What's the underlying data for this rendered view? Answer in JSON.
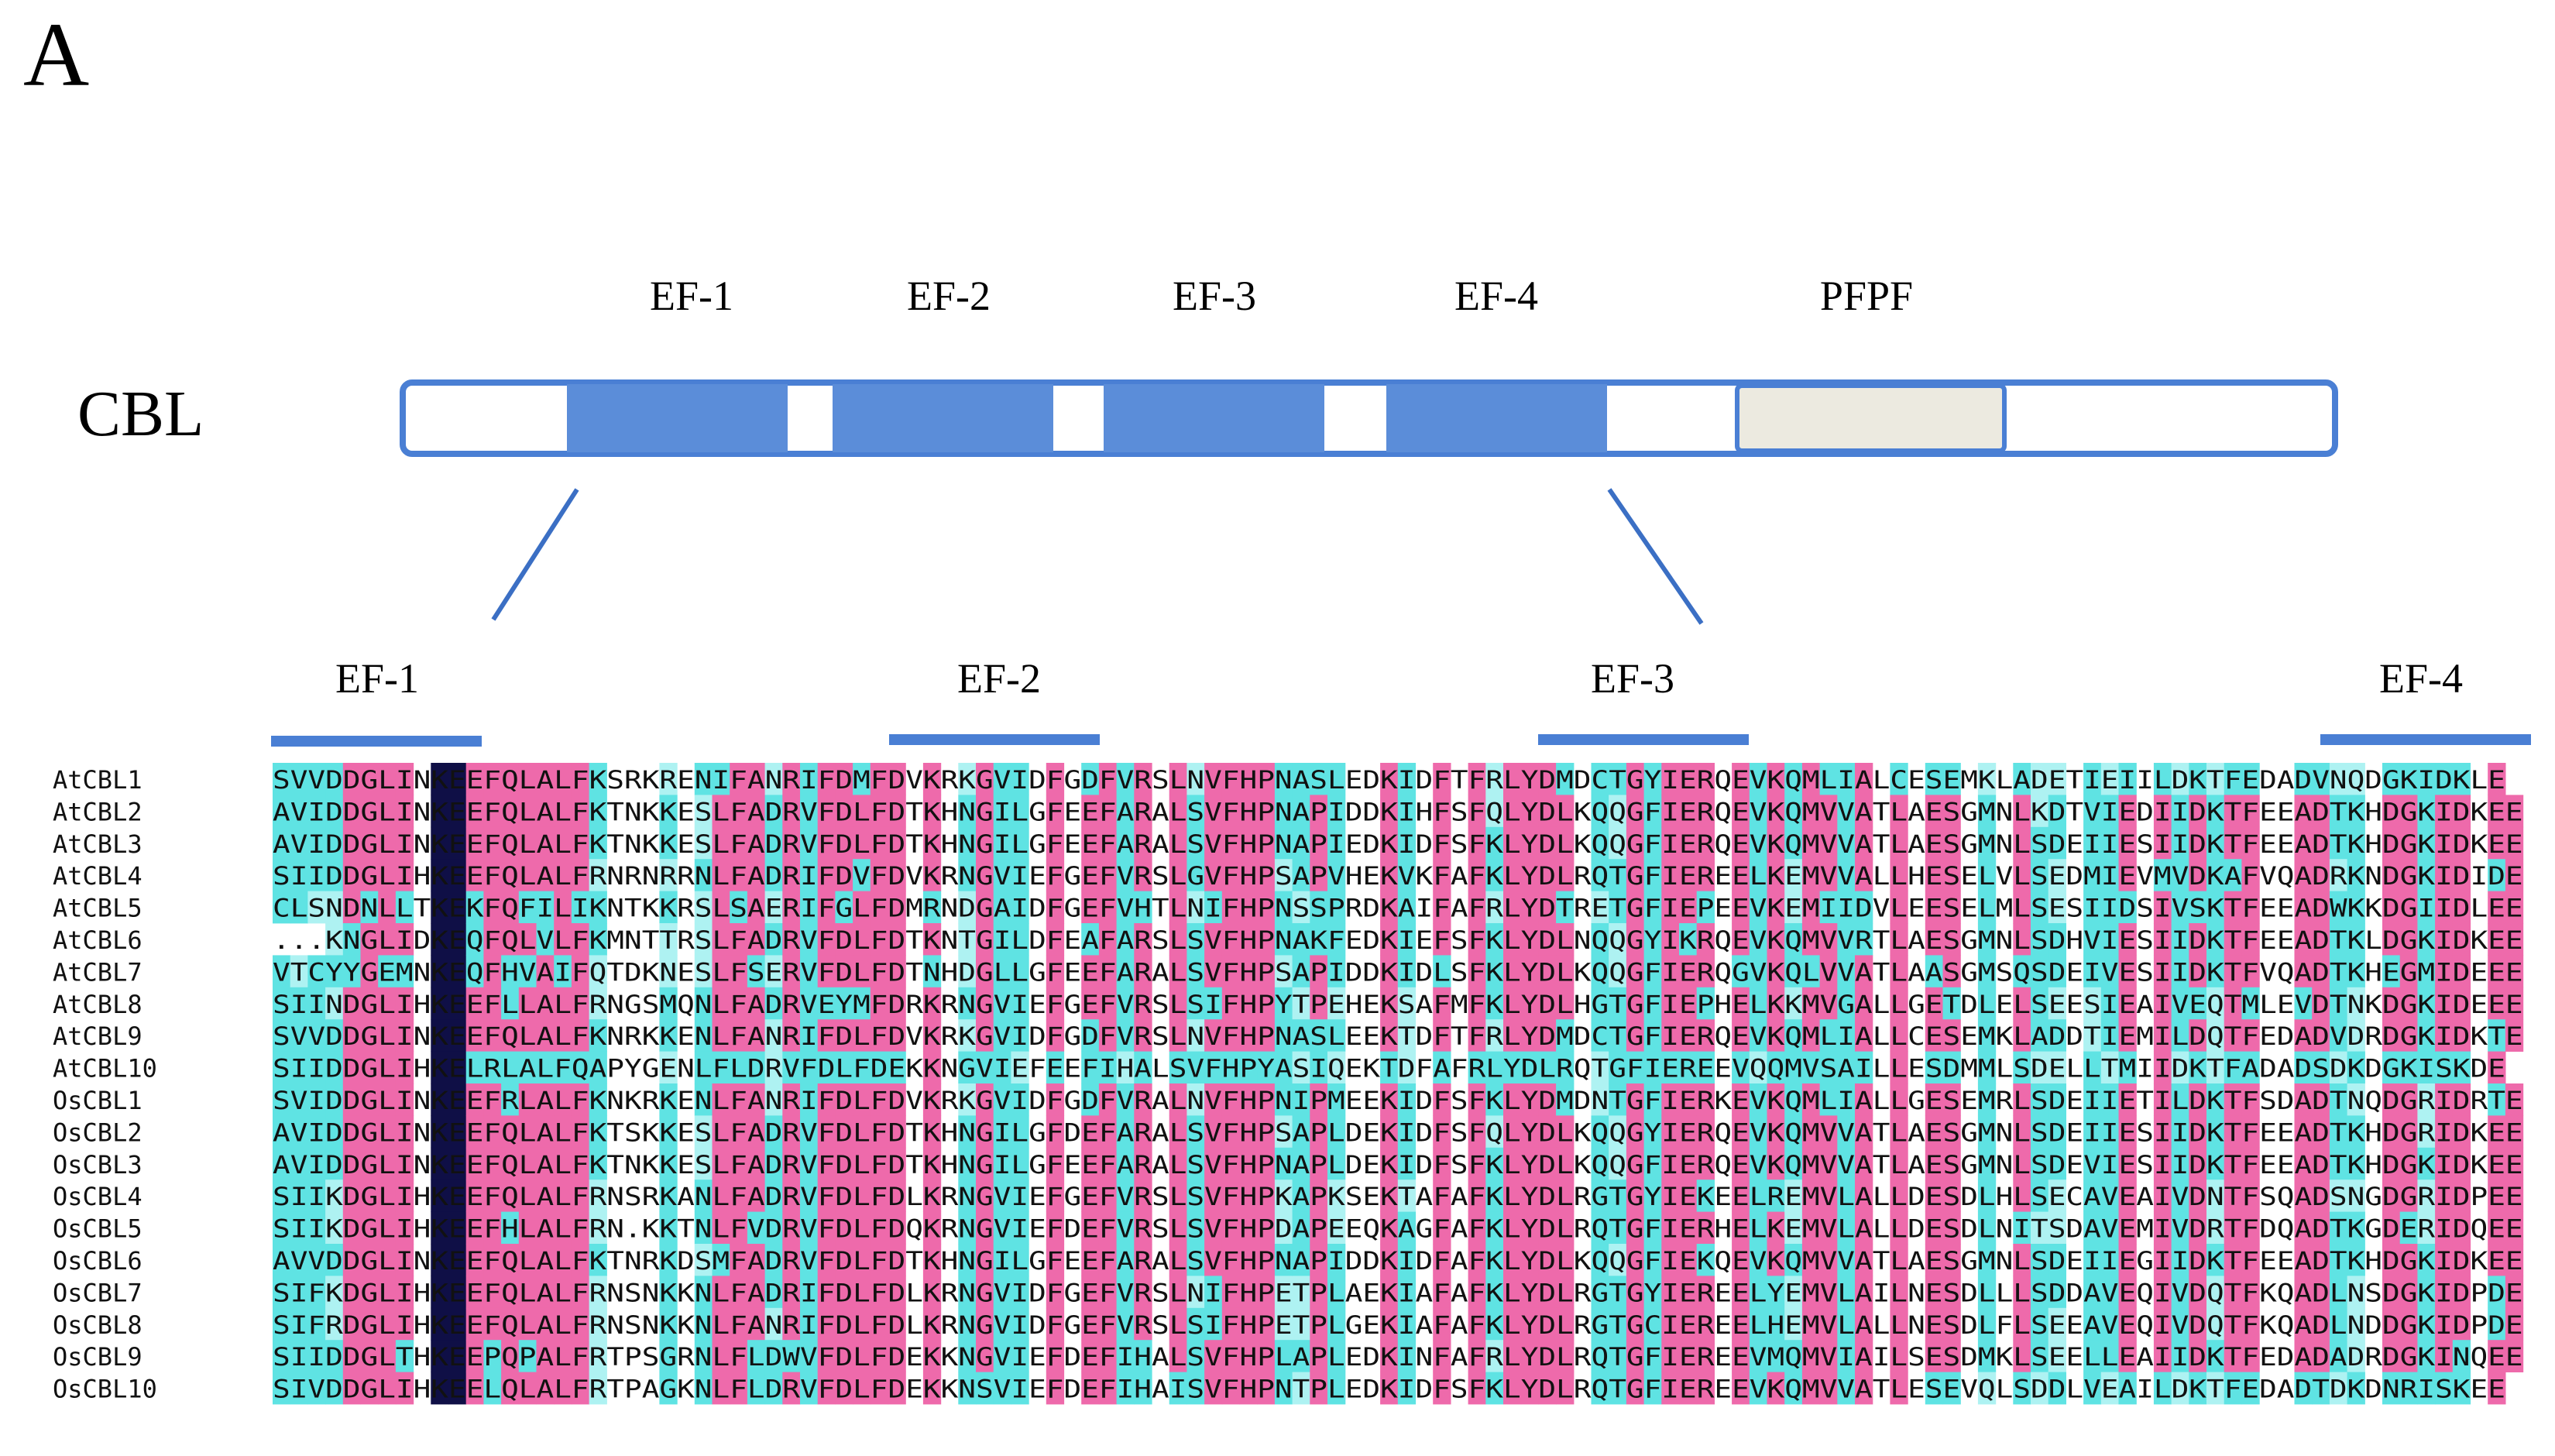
{
  "panel_label": "A",
  "protein_label": "CBL",
  "domain_labels": [
    "EF-1",
    "EF-2",
    "EF-3",
    "EF-4",
    "PFPF"
  ],
  "motif_labels": [
    "EF-1",
    "EF-2",
    "EF-3",
    "EF-4"
  ],
  "colors": {
    "domain_blue": "#5b8dd9",
    "outline_blue": "#4a7fd4",
    "pfpf_fill": "#eceae0",
    "identical_dark": "#0f0f46",
    "conserved_magenta": "#ee6aab",
    "similar_cyan": "#5fe3e3",
    "light_cyan": "#aef2f2"
  },
  "sequences": [
    {
      "name": "AtCBL1",
      "seq": "SVVDDGLINKEEFQLALFKSRKRENIFANRIFDMFDVKRKGVIDFGDFVRSLNVFHPNASLEDKIDFTFRLYDMDCTGYIERQEVKQMLIALCESEMKLADETIEIILDKTFEDADVNQDGKIDKLE"
    },
    {
      "name": "AtCBL2",
      "seq": "AVIDDGLINKEEFQLALFKTNKKESLFADRVFDLFDTKHNGILGFEEFARALSVFHPNAPIDDKIHFSFQLYDLKQQGFIERQEVKQMVVATLAESGMNLKDTVIEDIIDKTFEEADTKHDGKIDKEE"
    },
    {
      "name": "AtCBL3",
      "seq": "AVIDDGLINKEEFQLALFKTNKKESLFADRVFDLFDTKHNGILGFEEFARALSVFHPNAPIEDKIDFSFKLYDLKQQGFIERQEVKQMVVATLAESGMNLSDEIIESIIDKTFEEADTKHDGKIDKEE"
    },
    {
      "name": "AtCBL4",
      "seq": "SIIDDGLIHKEEFQLALFRNRNRRNLFADRIFDVFDVKRNGVIEFGEFVRSLGVFHPSAPVHEKVKFAFKLYDLRQTGFIEREELKEMVVALLHESELVLSEDMIEVMVDKAFVQADRKNDGKIDIDE"
    },
    {
      "name": "AtCBL5",
      "seq": "CLSNDNLLTKEKFQFILIKNTKKRSLSAERIFGLFDMRNDGAIDFGEFVHTLNIFHPNSSPRDKAIFAFRLYDTRETGFIEPEEVKEMIIDVLEESELMLSESIIDSIVSKTFEEADWKKDGIIDLEE"
    },
    {
      "name": "AtCBL6",
      "seq": "...KNGLIDKEQFQLVLFKMNTTRSLFADRVFDLFDTKNTGILDFEAFARSLSVFHPNAKFEDKIEFSFKLYDLNQQGYIKRQEVKQMVVRTLAESGMNLSDHVIESIIDKTFEEADTKLDGKIDKEE"
    },
    {
      "name": "AtCBL7",
      "seq": "VTCYYGEMNKEQFHVAIFQTDKNESLFSERVFDLFDTNHDGLLGFEEFARALSVFHPSAPIDDKIDLSFKLYDLKQQGFIERQGVKQLVVATLAASGMSQSDEIVESIIDKTFVQADTKHEGMIDEEE"
    },
    {
      "name": "AtCBL8",
      "seq": "SIINDGLIHKEEFLLALFRNGSMQNLFADRVEYMFDRKRNGVIEFGEFVRSLSIFHPYTPEHEKSAFMFKLYDLHGTGFIEPHELKKMVGALLGETDLELSEESIEAIVEQTMLEVDTNKDGKIDEEE"
    },
    {
      "name": "AtCBL9",
      "seq": "SVVDDGLINKEEFQLALFKNRKKENLFANRIFDLFDVKRKGVIDFGDFVRSLNVFHPNASLEEKTDFTFRLYDMDCTGFIERQEVKQMLIALLCESEMKLADDTIEMILDQTFEDADVDRDGKIDKTE"
    },
    {
      "name": "AtCBL10",
      "seq": "SIIDDGLIHKELRLALFQAPYGENLFLDRVFDLFDEKKNGVIEFEEFIHALSVFHPYASIQEKTDFAFRLYDLRQTGFIEREEVQQMVSAILLESDMMLSDELLTMIIDKTFADADSDKDGKISKDE"
    },
    {
      "name": "OsCBL1",
      "seq": "SVIDDGLINKEEFRLALFKNKRKENLFANRIFDLFDVKRKGVIDFGDFVRALNVFHPNIPMEEKIDFSFKLYDMDNTGFIERKEVKQMLIALLGESEMRLSDEIIETILDKTFSDADTNQDGRIDRTE"
    },
    {
      "name": "OsCBL2",
      "seq": "AVIDDGLINKEEFQLALFKTSKKESLFADRVFDLFDTKHNGILGFDEFARALSVFHPSAPLDEKIDFSFQLYDLKQQGYIERQEVKQMVVATLAESGMNLSDEIIESIIDKTFEEADTKHDGRIDKEE"
    },
    {
      "name": "OsCBL3",
      "seq": "AVIDDGLINKEEFQLALFKTNKKESLFADRVFDLFDTKHNGILGFEEFARALSVFHPNAPLDEKIDFSFKLYDLKQQGFIERQEVKQMVVATLAESGMNLSDEVIESIIDKTFEEADTKHDGKIDKEE"
    },
    {
      "name": "OsCBL4",
      "seq": "SIIKDGLIHKEEFQLALFRNSRKANLFADRVFDLFDLKRNGVIEFGEFVRSLSVFHPKAPKSEKTAFAFKLYDLRGTGYIEKEELREMVLALLDESDLHLSECAVEAIVDNTFSQADSNGDGRIDPEE"
    },
    {
      "name": "OsCBL5",
      "seq": "SIIKDGLIHKEEFHLALFRN.KKTNLFVDRVFDLFDQKRNGVIEFDEFVRSLSVFHPDAPEEQKAGFAFKLYDLRQTGFIERHELKEMVLALLDESDLNITSDAVEMIVDRTFDQADTKGDERIDQEE"
    },
    {
      "name": "OsCBL6",
      "seq": "AVVDDGLINKEEFQLALFKTNRKDSMFADRVFDLFDTKHNGILGFEEFARALSVFHPNAPIDDKIDFAFKLYDLKQQGFIEKQEVKQMVVATLAESGMNLSDEIIEGIIDKTFEEADTKHDGKIDKEE"
    },
    {
      "name": "OsCBL7",
      "seq": "SIFKDGLIHKEEFQLALFRNSNKKNLFADRIFDLFDLKRNGVIDFGEFVRSLNIFHPETPLAEKIAFAFKLYDLRGTGYIEREELYEMVLAILNESDLLLSDDAVEQIVDQTFKQADLNSDGKIDPDE"
    },
    {
      "name": "OsCBL8",
      "seq": "SIFRDGLIHKEEFQLALFRNSNKKNLFANRIFDLFDLKRNGVIDFGEFVRSLSIFHPETPLGEKIAFAFKLYDLRGTGCIEREELHEMVLALLNESDLFLSEEAVEQIVDQTFKQADLNDDGKIDPDE"
    },
    {
      "name": "OsCBL9",
      "seq": "SIIDDGLTHKEEPQPALFRTPSGRNLFLDWVFDLFDEKKNGVIEFDEFIHALSVFHPLAPLEDKINFAFRLYDLRQTGFIEREEVMQMVIAILSESDMKLSEELLEAIIDKTFEDADADRDGKINQEE"
    },
    {
      "name": "OsCBL10",
      "seq": "SIVDDGLIHKEELQLALFRTPAGKNLFLDRVFDLFDEKKNSVIEFDEFIHAISVFHPNTPLEDKIDFSFKLYDLRQTGFIEREEVKQMVVATLESEVQLSDDLVEAILDKTFEDADTDKDNRISKEE"
    }
  ]
}
